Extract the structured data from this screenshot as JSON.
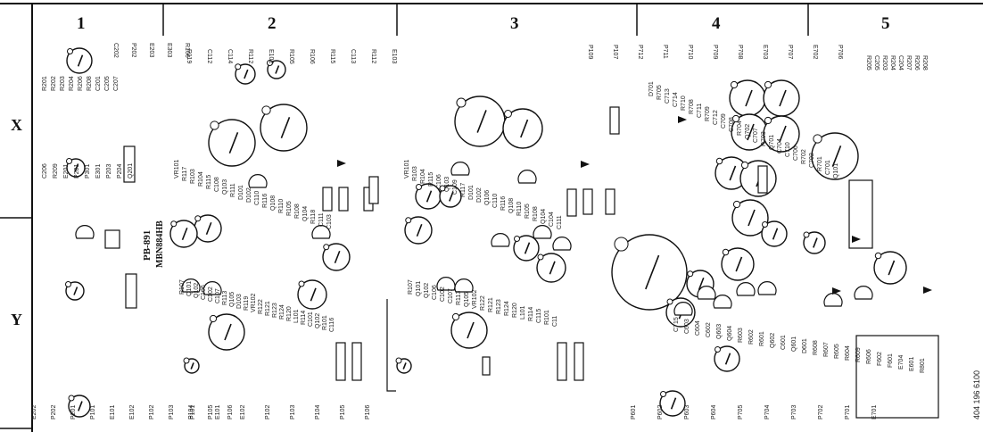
{
  "columns": [
    "1",
    "2",
    "3",
    "4",
    "5"
  ],
  "rows": [
    "X",
    "Y"
  ],
  "board": {
    "id": "PB-891",
    "code": "MBN884HB"
  },
  "doc_number": "404 196 6100",
  "labels": {
    "top": [
      "C202",
      "P202",
      "E203",
      "E303",
      "R106",
      "R119",
      "C112",
      "C114",
      "R112",
      "E102",
      "R105",
      "R106",
      "R115",
      "C113",
      "R112",
      "E103",
      "P109",
      "P107",
      "P712",
      "P711",
      "P710",
      "P709",
      "P708",
      "E703",
      "P707",
      "E702",
      "P706",
      "R205",
      "C205",
      "R203",
      "R204",
      "C204",
      "R207",
      "R206",
      "R208"
    ],
    "x_left": [
      "R201",
      "R202",
      "R203",
      "R204",
      "R206",
      "R208",
      "C201",
      "C205",
      "C207",
      "C206",
      "R209",
      "E201",
      "P201",
      "P301",
      "E301",
      "P203",
      "P204",
      "Q201"
    ],
    "ch1": [
      "VR101",
      "R117",
      "R103",
      "R104",
      "R115",
      "C108",
      "Q103",
      "R111",
      "D101",
      "D102",
      "C110",
      "R116",
      "Q108",
      "R110",
      "R105",
      "R108",
      "Q104",
      "R118",
      "C111",
      "C103",
      "R107",
      "Q101",
      "Q102",
      "C106",
      "C102",
      "C107",
      "R113",
      "Q105",
      "D103",
      "R119",
      "VR102",
      "R122",
      "R121",
      "R123",
      "R124",
      "R120",
      "L101",
      "R114",
      "C101",
      "Q102",
      "R101",
      "C116"
    ],
    "ch2": [
      "VR101",
      "R103",
      "R104",
      "R115",
      "C106",
      "Q103",
      "C109",
      "R117",
      "D101",
      "D102",
      "Q106",
      "C110",
      "R116",
      "Q108",
      "R110",
      "R105",
      "R108",
      "Q104",
      "C104",
      "C111",
      "R107",
      "Q101",
      "Q102",
      "C106",
      "C102",
      "C107",
      "R113",
      "Q105",
      "VR102",
      "R122",
      "R121",
      "R123",
      "R124",
      "R120",
      "L101",
      "R114",
      "C115",
      "R101",
      "C11"
    ],
    "ch4": [
      "D701",
      "R705",
      "C713",
      "C714",
      "R710",
      "R708",
      "C711",
      "R709",
      "C712",
      "C709",
      "C708",
      "R704",
      "Q702",
      "C707",
      "R703",
      "Q701",
      "C704",
      "C710",
      "C706",
      "R702",
      "C702",
      "R701",
      "C701",
      "Q101",
      "C715",
      "C603",
      "C604",
      "C602",
      "Q603",
      "Q604",
      "R603",
      "R602",
      "R601",
      "Q602",
      "C601",
      "Q601",
      "D601",
      "R608",
      "R607",
      "R605",
      "R604",
      "R609",
      "R606",
      "F602",
      "F601",
      "E704",
      "E601",
      "R801"
    ],
    "bottom": [
      "E202",
      "P202",
      "P201",
      "P101",
      "E101",
      "E102",
      "P102",
      "P103",
      "P104",
      "P105",
      "P106",
      "P101",
      "E101",
      "E102",
      "P102",
      "P103",
      "P104",
      "P105",
      "P106",
      "P601",
      "P602",
      "P603",
      "P604",
      "P705",
      "P704",
      "P703",
      "P702",
      "P701",
      "E701"
    ]
  }
}
